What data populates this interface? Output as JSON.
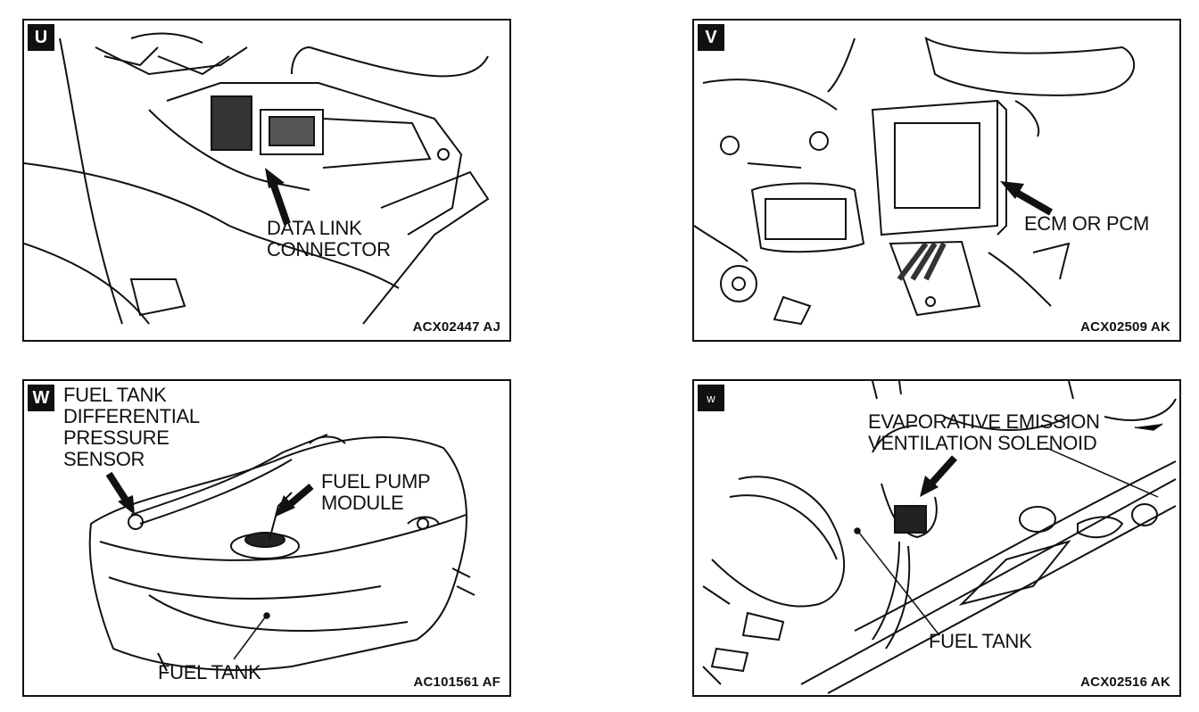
{
  "panels": [
    {
      "tag": "U",
      "code": "ACX02447 AJ",
      "callouts": [
        {
          "lines": [
            "DATA LINK",
            "CONNECTOR"
          ]
        }
      ]
    },
    {
      "tag": "V",
      "code": "ACX02509 AK",
      "callouts": [
        {
          "lines": [
            "ECM OR PCM"
          ]
        }
      ]
    },
    {
      "tag": "W",
      "code": "AC101561 AF",
      "callouts": [
        {
          "lines": [
            "FUEL TANK",
            "DIFFERENTIAL",
            "PRESSURE",
            "SENSOR"
          ]
        },
        {
          "lines": [
            "FUEL PUMP",
            "MODULE"
          ]
        },
        {
          "lines": [
            "FUEL TANK"
          ]
        }
      ]
    },
    {
      "tag": "w",
      "code": "ACX02516 AK",
      "callouts": [
        {
          "lines": [
            "EVAPORATIVE EMISSION",
            "VENTILATION SOLENOID"
          ]
        },
        {
          "lines": [
            "FUEL TANK"
          ]
        }
      ]
    }
  ]
}
